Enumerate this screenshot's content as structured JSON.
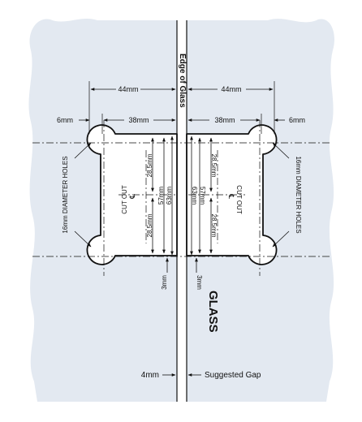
{
  "labels": {
    "edge": "Edge of Glass",
    "glass": "GLASS",
    "gap_value": "4mm",
    "gap_label": "Suggested Gap",
    "hole_left": "16mm DIAMETER HOLES",
    "hole_right": "16mm DIAMETER HOLES",
    "cutout_left": "CUT OUT",
    "cutout_right": "CUT OUT",
    "centerline": "℄"
  },
  "dims": {
    "w44_left": "44mm",
    "w44_right": "44mm",
    "w38_left": "38mm",
    "w38_right": "38mm",
    "w6_left": "6mm",
    "w6_right": "6mm",
    "h285_lt": "28,5mm",
    "h285_lb": "28,5mm",
    "h285_rt": "28,5mm",
    "h285_rb": "28,5mm",
    "h57_left": "57mm",
    "h63_left": "63mm",
    "h57_right": "57mm",
    "h63_right": "63mm",
    "h3_left": "3mm",
    "h3_right": "3mm"
  },
  "colors": {
    "glass": "#e3e9f1",
    "line": "#111111"
  }
}
